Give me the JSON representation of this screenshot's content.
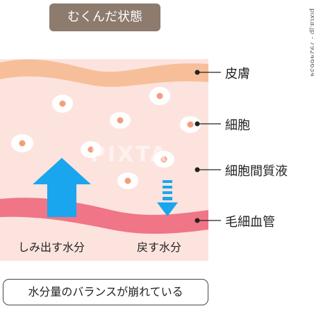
{
  "title": "むくんだ状態",
  "labels": {
    "skin": "皮膚",
    "cell": "細胞",
    "interstitial_fluid": "細胞間質液",
    "capillary": "毛細血管"
  },
  "captions": {
    "seep_out": "しみ出す水分",
    "return": "戻す水分"
  },
  "footer": "水分量のバランスが崩れている",
  "watermark": "PIXTA",
  "credit": "pixta.jp - 79246634",
  "icons": {
    "up_arrow": "up-arrow-icon",
    "down_arrow": "dashed-down-arrow-icon"
  },
  "colors": {
    "skin": "#f6bf9a",
    "tissue": "#fde3de",
    "capillary": "#f07586",
    "cell_body": "#ffffff",
    "cell_nucleus": "#f29e7e",
    "arrow": "#1aa6ee",
    "title_bg": "#8d7b6e",
    "leader": "#222222"
  }
}
